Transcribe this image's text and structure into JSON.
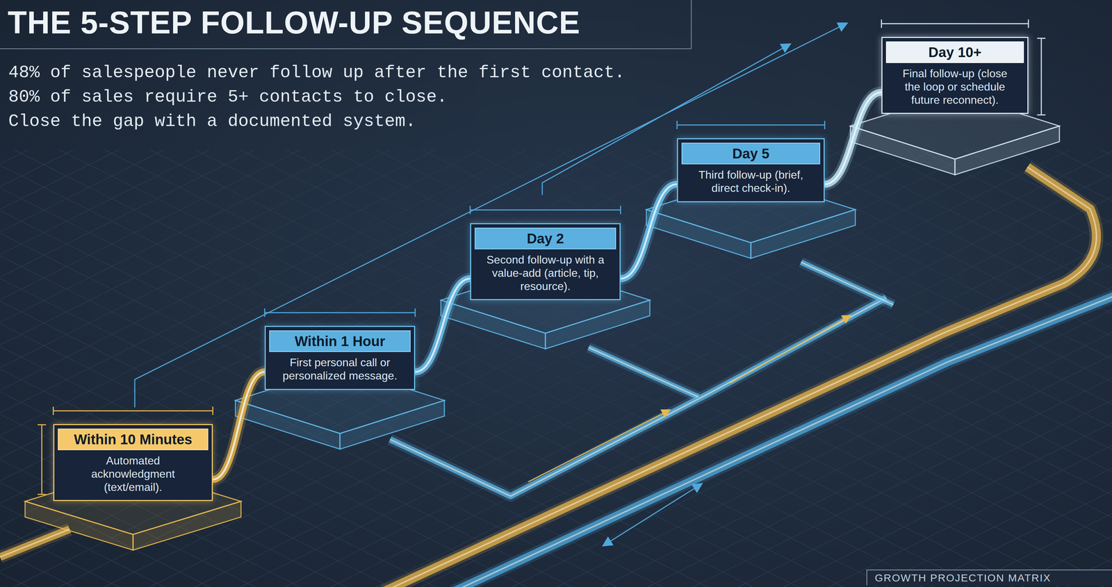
{
  "diagram": {
    "title": "THE 5-STEP FOLLOW-UP SEQUENCE",
    "nodes": [
      {
        "text": [
          "Within 10 Minutes",
          "Automated acknowledgment (text/email)."
        ]
      },
      {
        "text": [
          "Within 1 Hour",
          "First personal call or personalized message."
        ]
      },
      {
        "text": [
          "Day 2",
          "Second follow-up with a value-add (article, tip, resource)."
        ]
      },
      {
        "text": [
          "Day 5",
          "Third follow-up (brief, direct check-in)."
        ]
      },
      {
        "text": [
          "Day 10+",
          "Final follow-up (close the loop or schedule future reconnect)."
        ]
      }
    ],
    "edges": [
      {
        "from": 0,
        "to": 1,
        "arrow": "none"
      },
      {
        "from": 1,
        "to": 2,
        "arrow": "none"
      },
      {
        "from": 2,
        "to": 3,
        "arrow": "none"
      },
      {
        "from": 3,
        "to": 4,
        "arrow": "none"
      }
    ],
    "labels": [
      "48% of salespeople never follow up after the first contact.",
      "80% of sales require 5+ contacts to close.",
      "Close the gap with a documented system.",
      "GROWTH PROJECTION MATRIX"
    ]
  }
}
